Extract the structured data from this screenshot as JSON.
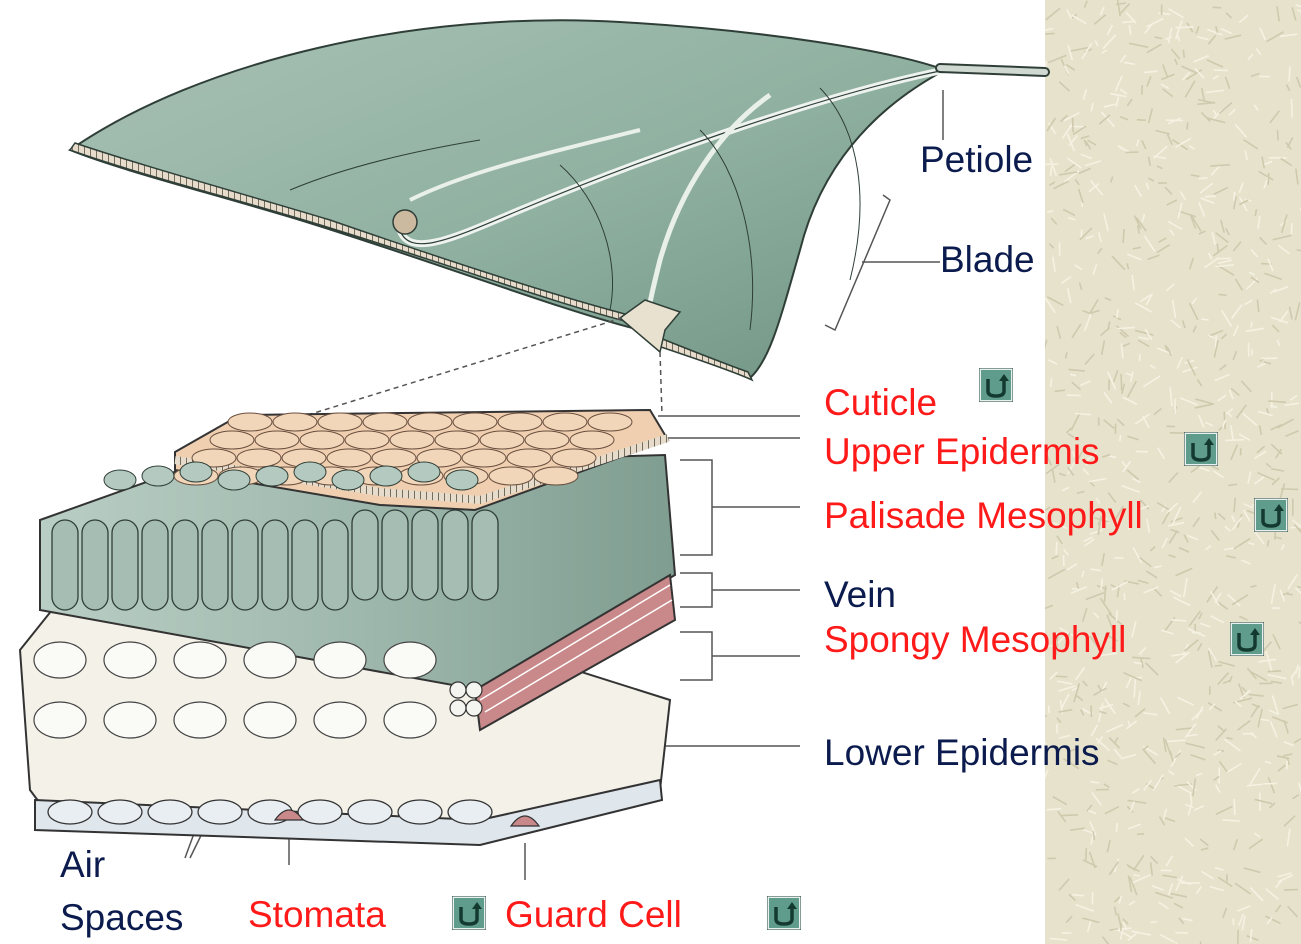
{
  "colors": {
    "label_dark": "#0b1b4d",
    "label_red": "#ff1a1a",
    "leaf_green": "#8fb0a0",
    "leaf_dark": "#5f8172",
    "palisade": "#a6bdb3",
    "upper_epidermis": "#efcfb0",
    "vein_red": "#c9898a",
    "spongy": "#f4f4f0",
    "side_panel": "#e6e2cc",
    "button_fill": "#5f9c8c"
  },
  "labels": {
    "petiole": "Petiole",
    "blade": "Blade",
    "cuticle": "Cuticle",
    "upper_epidermis": "Upper Epidermis",
    "palisade_mesophyll": "Palisade Mesophyll",
    "vein": "Vein",
    "spongy_mesophyll": "Spongy Mesophyll",
    "lower_epidermis": "Lower Epidermis",
    "air_spaces_line1": "Air",
    "air_spaces_line2": "Spaces",
    "stomata": "Stomata",
    "guard_cell": "Guard Cell"
  },
  "back_buttons": [
    {
      "for": "cuticle",
      "icon": "return-arrow-icon"
    },
    {
      "for": "upper_epidermis",
      "icon": "return-arrow-icon"
    },
    {
      "for": "palisade_mesophyll",
      "icon": "return-arrow-icon"
    },
    {
      "for": "spongy_mesophyll",
      "icon": "return-arrow-icon"
    },
    {
      "for": "stomata",
      "icon": "return-arrow-icon"
    },
    {
      "for": "guard_cell",
      "icon": "return-arrow-icon"
    }
  ]
}
